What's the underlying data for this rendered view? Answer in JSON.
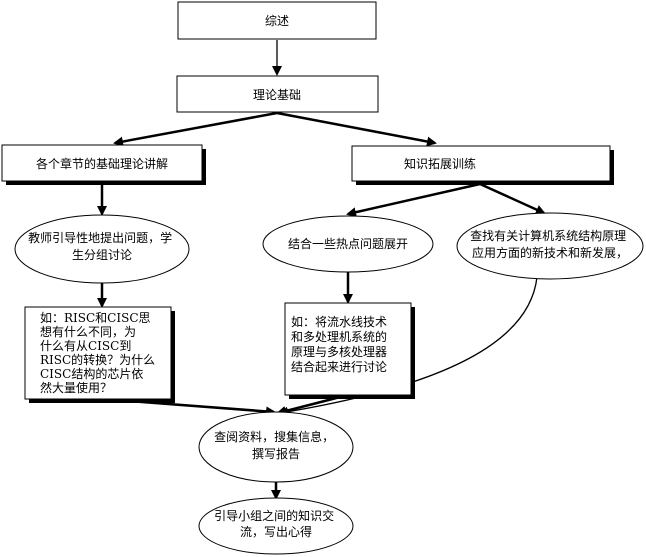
{
  "nodes": {
    "overview": {
      "lines": [
        "综述"
      ]
    },
    "theory": {
      "lines": [
        "理论基础"
      ]
    },
    "chapter_theory": {
      "lines": [
        "各个章节的基础理论讲解"
      ]
    },
    "knowledge_training": {
      "lines": [
        "知识拓展训练"
      ]
    },
    "teacher_guide": {
      "lines": [
        "教师引导性地提出问题，学",
        "生分组讨论"
      ]
    },
    "hot_topics": {
      "lines": [
        "结合一些热点问题展开"
      ]
    },
    "search_new_tech": {
      "lines": [
        "查找有关计算机系统结构原理",
        "应用方面的新技术和新发展，"
      ]
    },
    "risc_cisc_example": {
      "lines": [
        "如：RISC和CISC思",
        "想有什么不同，为",
        "什么有从CISC到",
        "RISC的转换？为什么",
        "CISC结构的芯片依",
        "然大量使用？"
      ]
    },
    "pipeline_example": {
      "lines": [
        "如：将流水线技术",
        "和多处理机系统的",
        "原理与多核处理器",
        "结合起来进行讨论"
      ]
    },
    "research_report": {
      "lines": [
        "查阅资料，搜集信息，",
        "撰写报告"
      ]
    },
    "knowledge_exchange": {
      "lines": [
        "引导小组之间的知识交",
        "流，写出心得"
      ]
    }
  }
}
